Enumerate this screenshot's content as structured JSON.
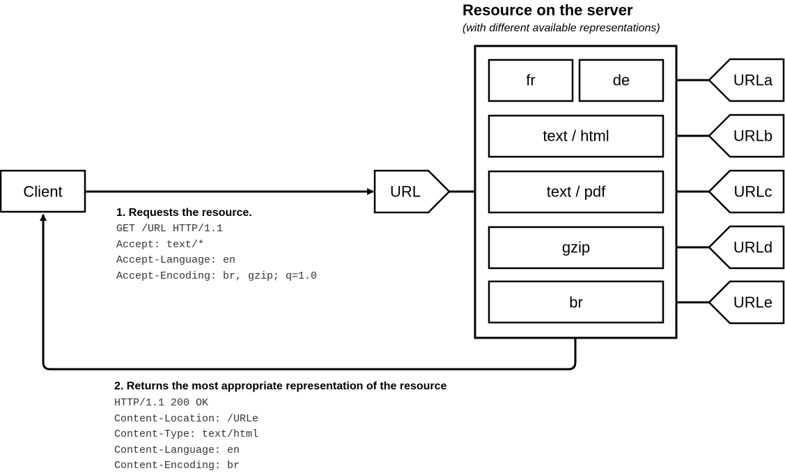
{
  "server": {
    "title": "Resource on the server",
    "subtitle": "(with different available representations)",
    "representations": {
      "fr": "fr",
      "de": "de",
      "html": "text / html",
      "pdf": "text / pdf",
      "gzip": "gzip",
      "br": "br"
    },
    "urls": [
      "URLa",
      "URLb",
      "URLc",
      "URLd",
      "URLe"
    ]
  },
  "client": {
    "label": "Client"
  },
  "url_node": {
    "label": "URL"
  },
  "request": {
    "heading": "1. Requests the resource.",
    "lines": [
      "GET /URL HTTP/1.1",
      "Accept: text/*",
      "Accept-Language: en",
      "Accept-Encoding: br, gzip; q=1.0"
    ]
  },
  "response": {
    "heading": "2. Returns the most appropriate representation of the resource",
    "lines": [
      "HTTP/1.1 200 OK",
      "Content-Location: /URLe",
      "Content-Type: text/html",
      "Content-Language: en",
      "Content-Encoding: br"
    ]
  }
}
